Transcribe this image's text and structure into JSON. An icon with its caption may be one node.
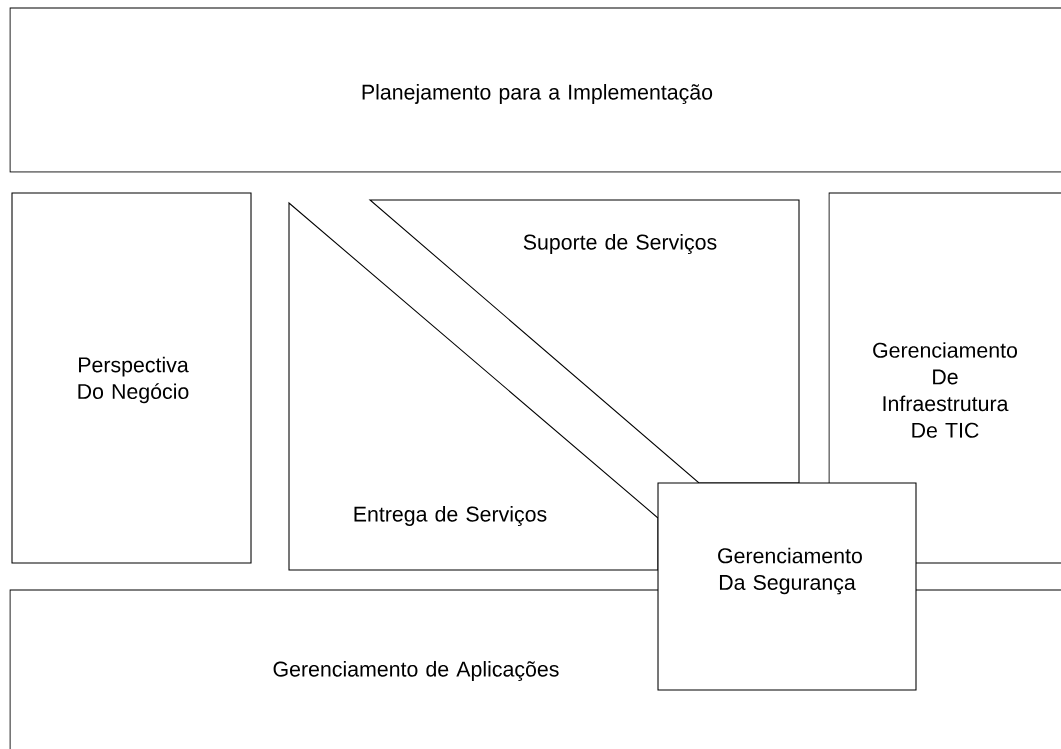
{
  "diagram": {
    "nodes": [
      {
        "text": [
          "Planejamento para a Implementação"
        ]
      },
      {
        "text": [
          "Perspectiva Do Negócio"
        ]
      },
      {
        "text": [
          "Suporte de Serviços"
        ]
      },
      {
        "text": [
          "Entrega de Serviços"
        ]
      },
      {
        "text": [
          "Gerenciamento De Infraestrutura De TIC"
        ]
      },
      {
        "text": [
          "Gerenciamento de Aplicações"
        ]
      },
      {
        "text": [
          "Gerenciamento Da Segurança"
        ]
      }
    ]
  }
}
